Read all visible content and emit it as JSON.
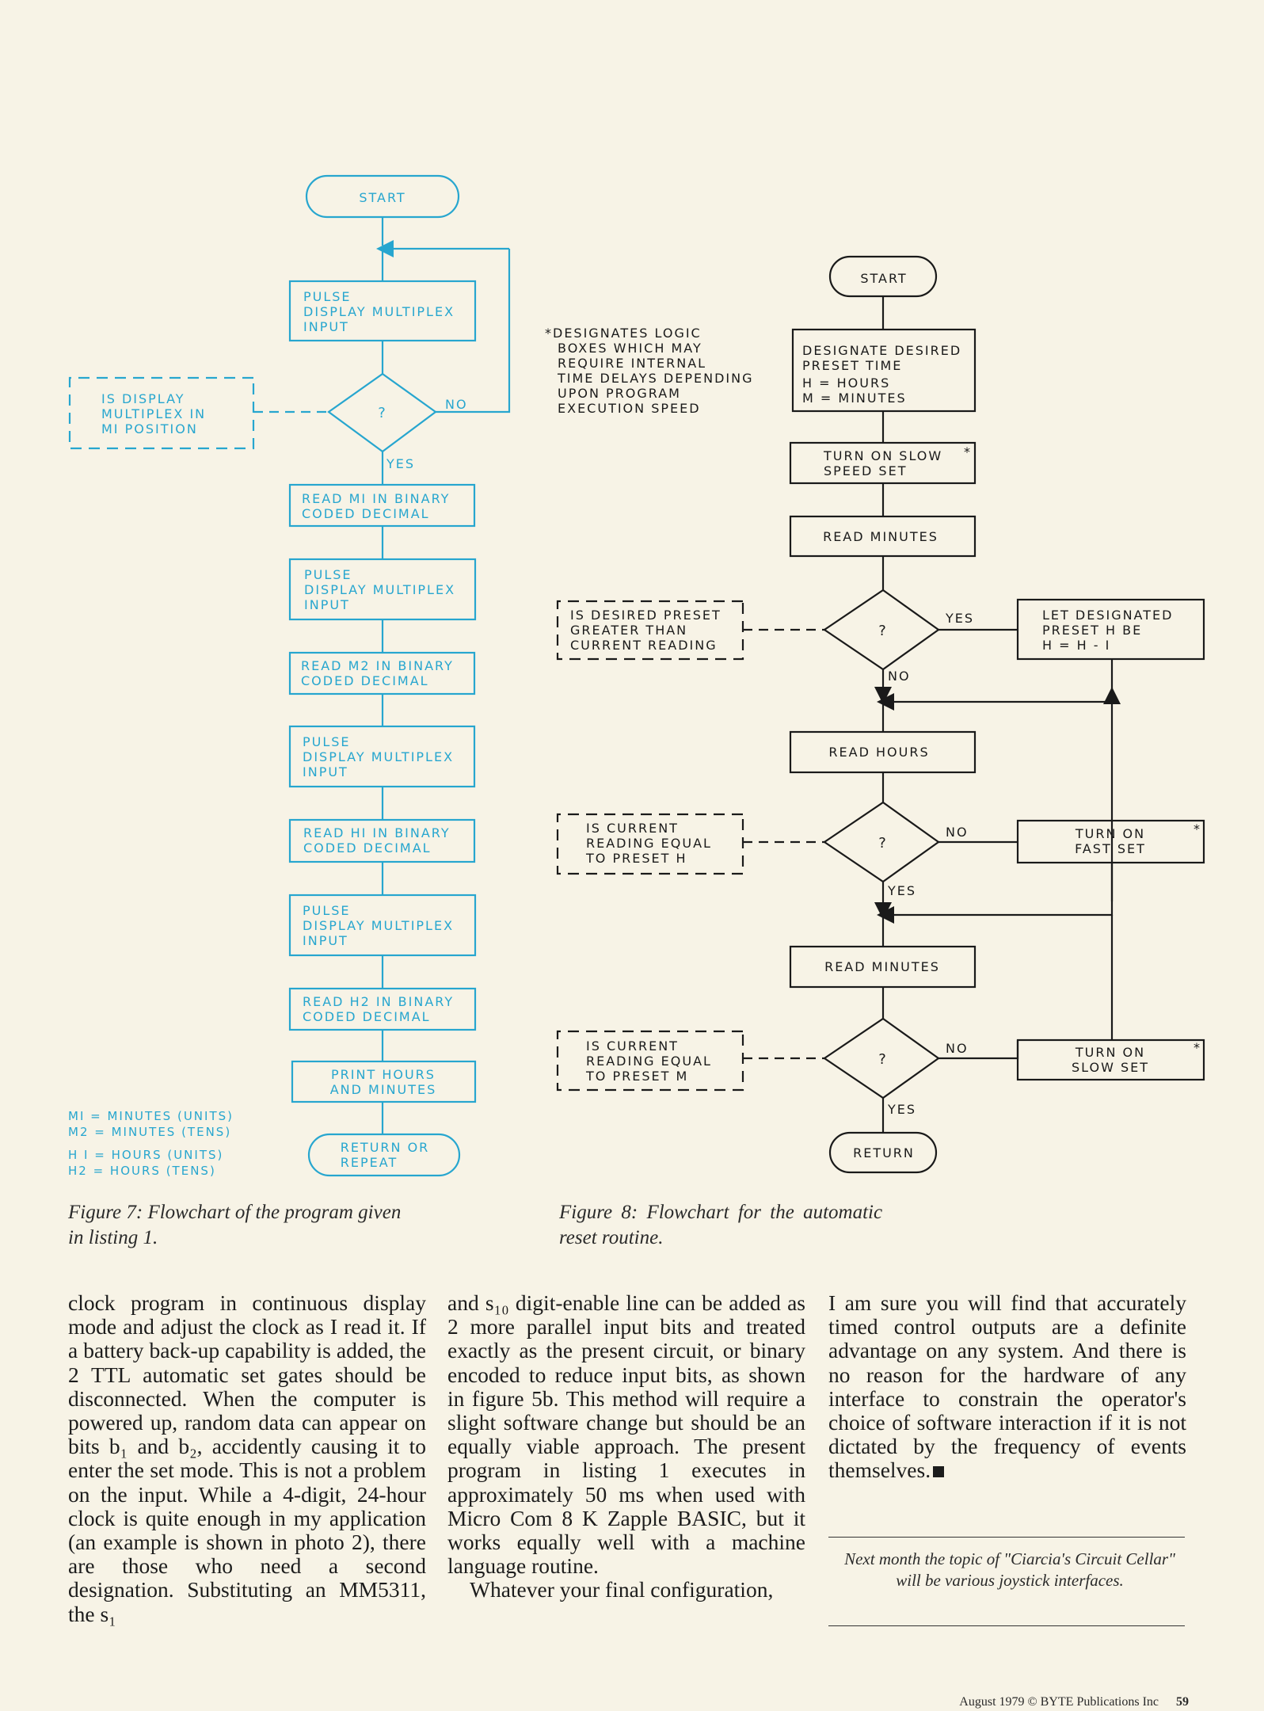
{
  "figure7": {
    "start": "START",
    "pulse1": [
      "PULSE",
      "DISPLAY MULTIPLEX",
      "INPUT"
    ],
    "decision": "?",
    "no": "NO",
    "yes": "YES",
    "annotation": [
      "IS DISPLAY",
      "MULTIPLEX IN",
      "MI POSITION"
    ],
    "read_m1": [
      "READ MI IN BINARY",
      "CODED DECIMAL"
    ],
    "pulse2": [
      "PULSE",
      "DISPLAY MULTIPLEX",
      "INPUT"
    ],
    "read_m2": [
      "READ M2 IN BINARY",
      "CODED DECIMAL"
    ],
    "pulse3": [
      "PULSE",
      "DISPLAY MULTIPLEX",
      "INPUT"
    ],
    "read_h1": [
      "READ HI IN BINARY",
      "CODED DECIMAL"
    ],
    "pulse4": [
      "PULSE",
      "DISPLAY MULTIPLEX",
      "INPUT"
    ],
    "read_h2": [
      "READ H2 IN BINARY",
      "CODED DECIMAL"
    ],
    "print": [
      "PRINT HOURS",
      "AND MINUTES"
    ],
    "return": [
      "RETURN OR",
      "REPEAT"
    ],
    "legend": [
      "MI = MINUTES (UNITS)",
      "M2 = MINUTES (TENS)",
      "H I = HOURS (UNITS)",
      "H2 = HOURS (TENS)"
    ],
    "caption": [
      "Figure 7: Flowchart of the program given",
      "in listing 1."
    ]
  },
  "figure8": {
    "start": "START",
    "note": [
      "*DESIGNATES LOGIC",
      "BOXES WHICH MAY",
      "REQUIRE INTERNAL",
      "TIME DELAYS DEPENDING",
      "UPON PROGRAM",
      "EXECUTION SPEED"
    ],
    "designate": [
      "DESIGNATE DESIRED",
      "PRESET TIME",
      "H = HOURS",
      "M = MINUTES"
    ],
    "slow_speed": [
      "TURN ON SLOW",
      "SPEED SET"
    ],
    "star": "*",
    "read_minutes": "READ MINUTES",
    "q1_annotation": [
      "IS DESIRED PRESET",
      "GREATER THAN",
      "CURRENT READING"
    ],
    "decision": "?",
    "yes": "YES",
    "no": "NO",
    "let_h": [
      "LET DESIGNATED",
      "PRESET H BE",
      "H = H - I"
    ],
    "read_hours": "READ HOURS",
    "q2_annotation": [
      "IS CURRENT",
      "READING EQUAL",
      "TO PRESET H"
    ],
    "fast_set": [
      "TURN ON",
      "FAST SET"
    ],
    "read_minutes2": "READ MINUTES",
    "q3_annotation": [
      "IS CURRENT",
      "READING EQUAL",
      "TO PRESET M"
    ],
    "slow_set": [
      "TURN ON",
      "SLOW SET"
    ],
    "return": "RETURN",
    "caption": [
      "Figure 8: Flowchart for the automatic",
      "reset routine."
    ]
  },
  "article": {
    "col1": "clock program in continuous display mode and adjust the clock as I read it. If a battery back-up capability is added, the 2 TTL automatic set gates should be disconnected. When the computer is powered up, random data can appear on bits b₁ and b₂, accidently causing it to enter the set mode. This is not a problem on the input. While a 4-digit, 24-hour clock is quite enough in my application (an example is shown in photo 2), there are those who need a second designation. Substituting an MM5311, the s₁",
    "col2_p1": "and s₁₀ digit-enable line can be added as 2 more parallel input bits and treated exactly as the present circuit, or binary encoded to reduce input bits, as shown in figure 5b. This method will require a slight software change but should be an equally viable approach. The present program in listing 1 executes in approximately 50 ms when used with Micro Com 8 K Zapple BASIC, but it works equally well with a machine language routine.",
    "col2_p2": "Whatever your final configuration,",
    "col3": "I am sure you will find that accurately timed control outputs are a definite advantage on any system. And there is no reason for the hardware of any interface to constrain the operator's choice of software interaction if it is not dictated by the frequency of events themselves."
  },
  "next_month": "Next month the topic of \"Ciarcia's Circuit Cellar\" will be various joystick interfaces.",
  "footer": {
    "credit": "August 1979 © BYTE Publications Inc",
    "page": "59"
  }
}
